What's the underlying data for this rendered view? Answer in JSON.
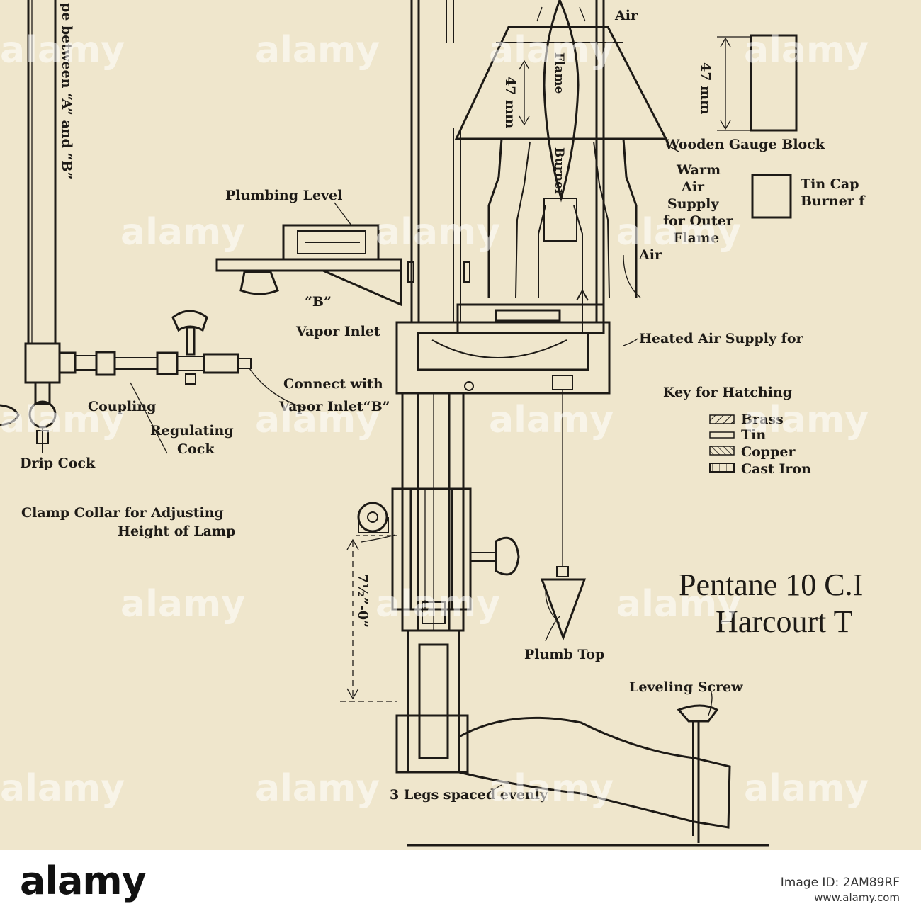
{
  "labels": {
    "air_top": "Air",
    "mm_flame": "47 mm",
    "mm_block": "47 mm",
    "flame": "Flame",
    "burner": "Burner",
    "wooden_gauge_block": "Wooden Gauge Block",
    "warm": "Warm",
    "air_w": "Air",
    "supply": "Supply",
    "for_outer": "for Outer",
    "flame_w": "Flame",
    "tin_cap": "Tin Cap",
    "burner_f": "Burner f",
    "air_low": "Air",
    "heated_air": "Heated Air Supply for",
    "plumbing_level": "Plumbing Level",
    "b_mark": "“B”",
    "vapor_inlet": "Vapor Inlet",
    "connect_with": "Connect with",
    "vapor_inlet_b": "Vapor Inlet“B”",
    "coupling": "Coupling",
    "regulating": "Regulating",
    "cock": "Cock",
    "drip_cock": "Drip Cock",
    "clamp_collar": "Clamp Collar for Adjusting",
    "height_of_lamp": "Height of Lamp",
    "pipe_between": "pe between “A” and “B”",
    "dimension": "7½”-0”",
    "plumb_top": "Plumb Top",
    "leveling_screw": "Leveling Screw",
    "legs": "3 Legs spaced evenly",
    "key_title": "Key for Hatching",
    "key_brass": "Brass",
    "key_tin": "Tin",
    "key_copper": "Copper",
    "key_cast_iron": "Cast Iron",
    "title_line1": "Pentane 10 C.I",
    "title_line2": "Harcourt T"
  },
  "watermark": "alamy",
  "footer": {
    "brand": "alamy",
    "image_id": "Image ID: 2AM89RF",
    "url": "www.alamy.com"
  }
}
